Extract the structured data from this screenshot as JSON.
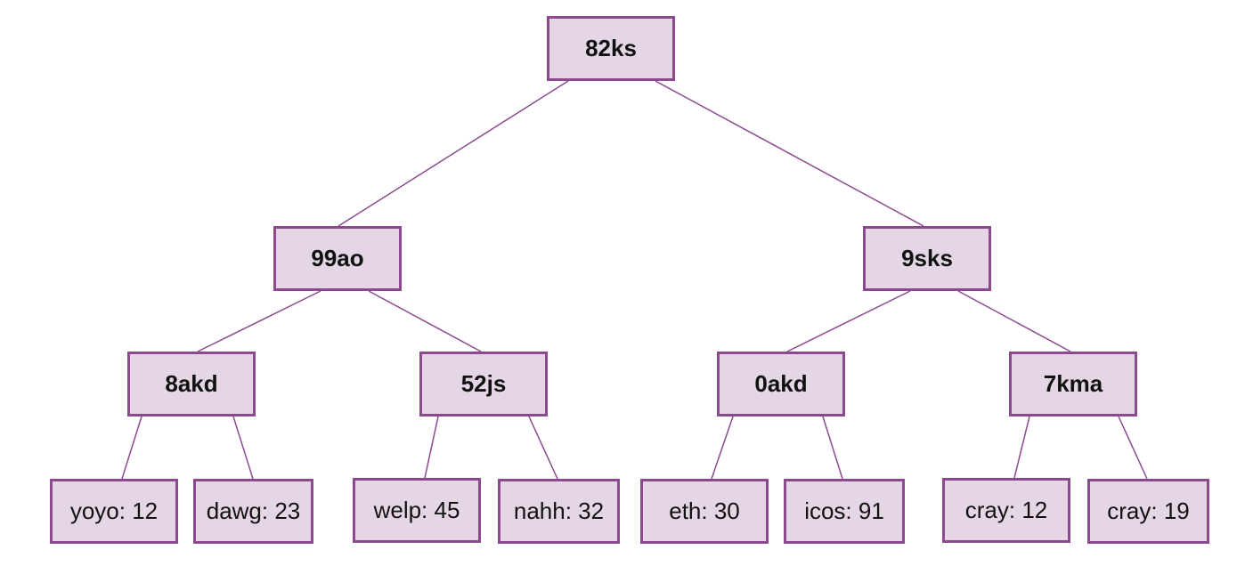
{
  "colors": {
    "node_fill": "#e4d6e4",
    "node_border": "#8b4a8e",
    "edge": "#8b4a8e",
    "text": "#111111"
  },
  "tree": {
    "root": {
      "label": "82ks"
    },
    "level1": [
      {
        "label": "99ao"
      },
      {
        "label": "9sks"
      }
    ],
    "level2": [
      {
        "label": "8akd"
      },
      {
        "label": "52js"
      },
      {
        "label": "0akd"
      },
      {
        "label": "7kma"
      }
    ],
    "leaves": [
      {
        "label": "yoyo: 12"
      },
      {
        "label": "dawg: 23"
      },
      {
        "label": "welp: 45"
      },
      {
        "label": "nahh: 32"
      },
      {
        "label": "eth: 30"
      },
      {
        "label": "icos: 91"
      },
      {
        "label": "cray: 12"
      },
      {
        "label": "cray: 19"
      }
    ]
  }
}
